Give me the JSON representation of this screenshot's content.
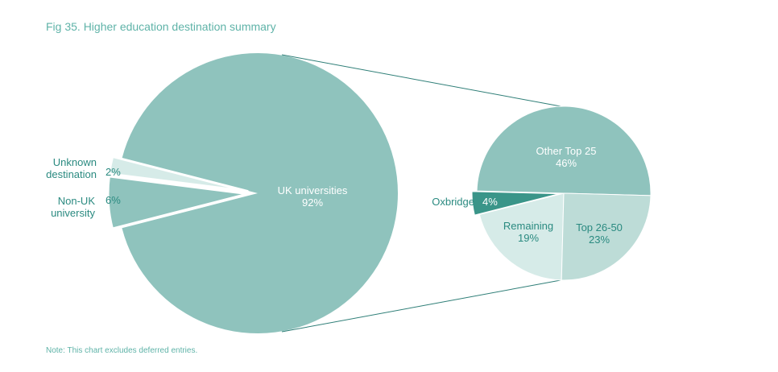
{
  "title": "Fig 35. Higher education destination summary",
  "note": "Note: This chart excludes deferred entries.",
  "colors": {
    "main": "#8fc3bd",
    "light": "#bddcd7",
    "lighter": "#d6ebe8",
    "dark": "#3a9589",
    "text": "#2a8a80",
    "connector": "#2e7e77"
  },
  "chart_data": [
    {
      "type": "pie",
      "title": "",
      "slices": [
        {
          "label": "UK universities",
          "value": 92,
          "display": "92%",
          "color": "#8fc3bd"
        },
        {
          "label": "Unknown destination",
          "value": 2,
          "display": "2%",
          "color": "#d6ebe8"
        },
        {
          "label": "Non-UK university",
          "value": 6,
          "display": "6%",
          "color": "#8fc3bd"
        }
      ]
    },
    {
      "type": "pie",
      "title": "",
      "detail_of": "UK universities",
      "slices": [
        {
          "label": "Other Top 25",
          "value": 46,
          "display": "46%",
          "color": "#8fc3bd"
        },
        {
          "label": "Top 26-50",
          "value": 23,
          "display": "23%",
          "color": "#bddcd7"
        },
        {
          "label": "Remaining",
          "value": 19,
          "display": "19%",
          "color": "#d6ebe8"
        },
        {
          "label": "Oxbridge",
          "value": 4,
          "display": "4%",
          "color": "#3a9589"
        }
      ]
    }
  ]
}
